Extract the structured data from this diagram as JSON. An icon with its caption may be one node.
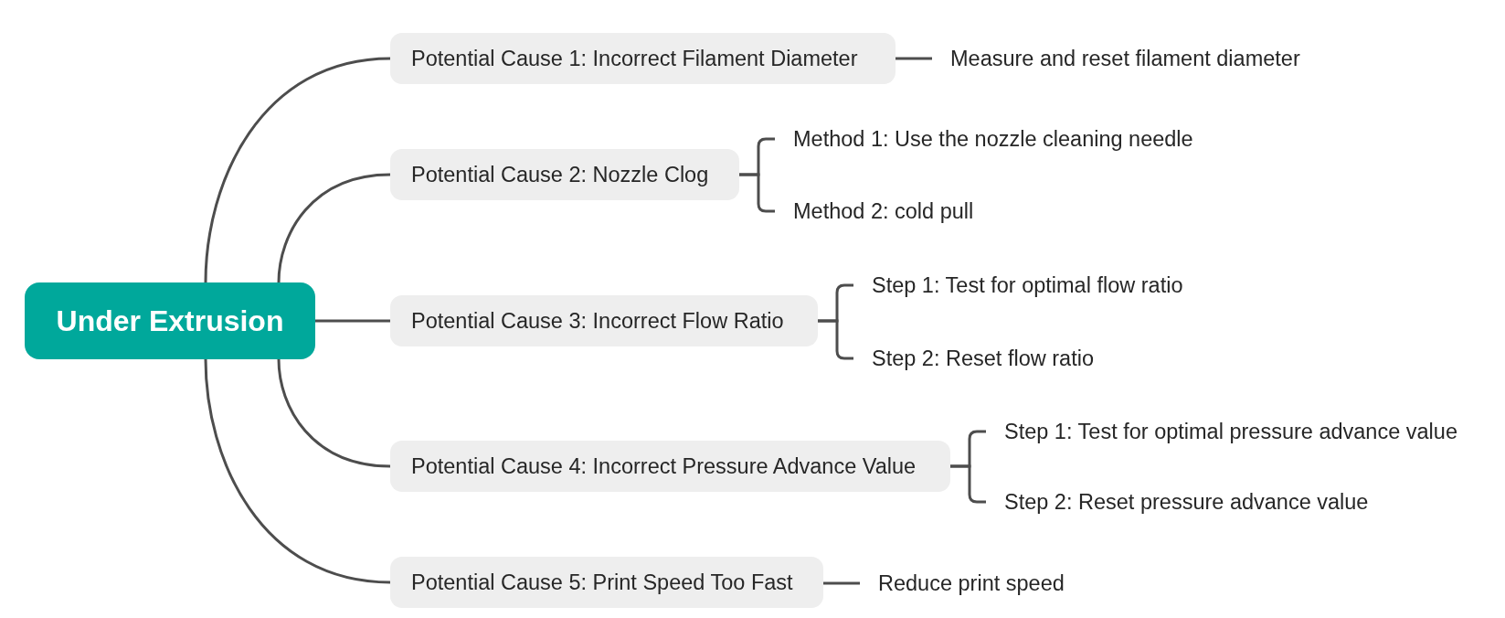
{
  "diagram": {
    "nodes": [
      {
        "text": [
          "Under Extrusion"
        ]
      },
      {
        "text": [
          "Potential Cause 1: Incorrect Filament Diameter"
        ]
      },
      {
        "text": [
          "Measure and reset filament diameter"
        ]
      },
      {
        "text": [
          "Potential Cause 2: Nozzle Clog"
        ]
      },
      {
        "text": [
          "Method 1: Use the nozzle cleaning needle"
        ]
      },
      {
        "text": [
          "Method 2: cold pull"
        ]
      },
      {
        "text": [
          "Potential Cause 3: Incorrect Flow Ratio"
        ]
      },
      {
        "text": [
          "Step 1: Test for optimal flow ratio"
        ]
      },
      {
        "text": [
          "Step 2: Reset flow ratio"
        ]
      },
      {
        "text": [
          "Potential Cause 4: Incorrect Pressure Advance Value"
        ]
      },
      {
        "text": [
          "Step 1: Test for optimal pressure advance value"
        ]
      },
      {
        "text": [
          "Step 2: Reset pressure advance value"
        ]
      },
      {
        "text": [
          "Potential Cause 5: Print Speed Too Fast"
        ]
      },
      {
        "text": [
          "Reduce print speed"
        ]
      }
    ],
    "edges": [
      {
        "from": 0,
        "to": 1,
        "arrow": "none"
      },
      {
        "from": 0,
        "to": 3,
        "arrow": "none"
      },
      {
        "from": 0,
        "to": 6,
        "arrow": "none"
      },
      {
        "from": 0,
        "to": 9,
        "arrow": "none"
      },
      {
        "from": 0,
        "to": 12,
        "arrow": "none"
      },
      {
        "from": 1,
        "to": 2,
        "arrow": "none"
      },
      {
        "from": 3,
        "to": 4,
        "arrow": "none"
      },
      {
        "from": 3,
        "to": 5,
        "arrow": "none"
      },
      {
        "from": 6,
        "to": 7,
        "arrow": "none"
      },
      {
        "from": 6,
        "to": 8,
        "arrow": "none"
      },
      {
        "from": 9,
        "to": 10,
        "arrow": "none"
      },
      {
        "from": 9,
        "to": 11,
        "arrow": "none"
      },
      {
        "from": 12,
        "to": 13,
        "arrow": "none"
      }
    ]
  }
}
